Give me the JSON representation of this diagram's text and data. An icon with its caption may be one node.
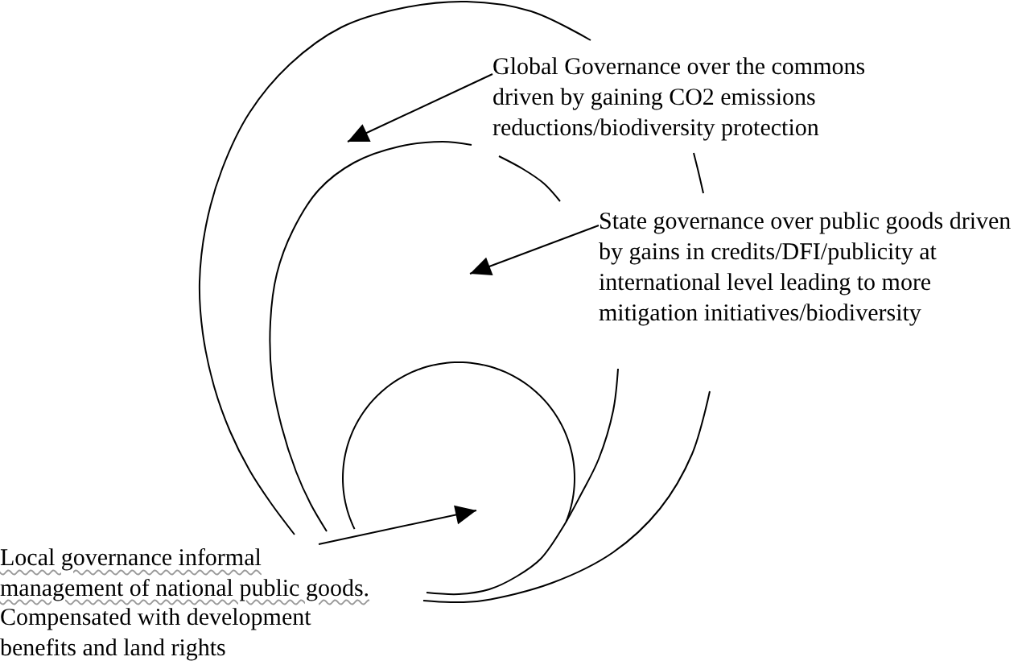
{
  "diagram": {
    "nodes": [
      {
        "text": [
          "Global Governance over the commons driven by gaining CO2 emissions reductions/biodiversity protection"
        ]
      },
      {
        "text": [
          "State governance over public goods driven by gains in credits/DFI/publicity at international level leading to more mitigation initiatives/biodiversity"
        ]
      },
      {
        "text": [
          "Local governance informal management of national public goods.",
          "Compensated with development benefits and land rights"
        ]
      }
    ],
    "edges": [
      {
        "from": 0,
        "to": null,
        "arrow": "to"
      },
      {
        "from": 1,
        "to": null,
        "arrow": "to"
      },
      {
        "from": 2,
        "to": null,
        "arrow": "to"
      }
    ]
  }
}
